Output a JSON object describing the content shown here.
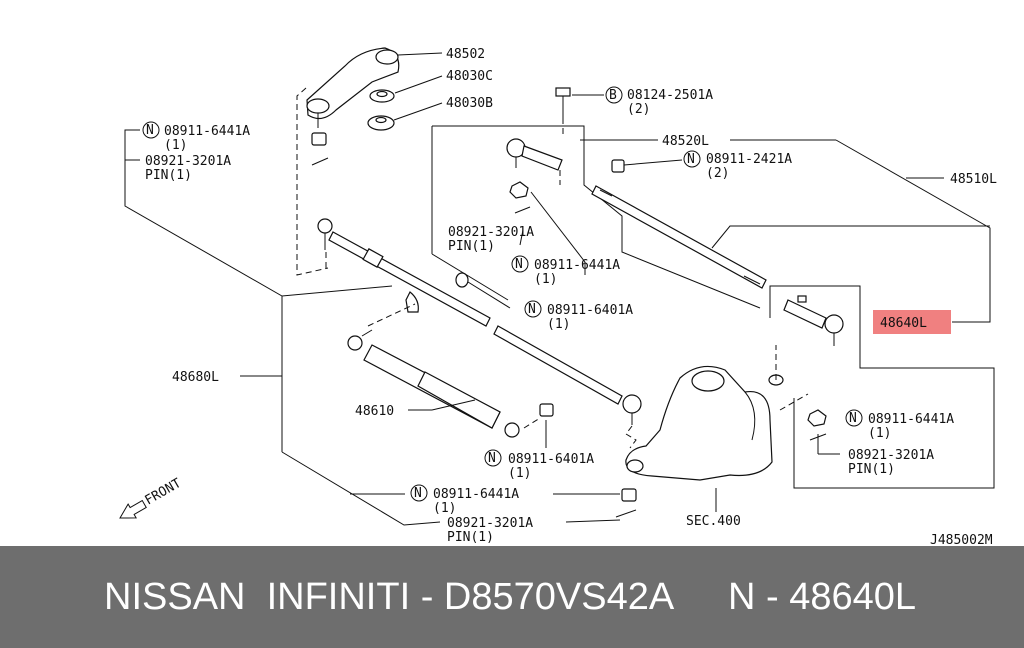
{
  "labels": {
    "p48502": "48502",
    "p48030C": "48030C",
    "p48030B": "48030B",
    "bolt": "08124-2501A",
    "bolt_qty": "(2)",
    "bolt_prefix": "B",
    "p48520L": "48520L",
    "nut2421": "08911-2421A",
    "nut2421_qty": "(2)",
    "p48510L": "48510L",
    "nutA": "08911-6441A",
    "nutA_qty": "(1)",
    "pinA": "08921-3201A",
    "pinA_text": "PIN(1)",
    "pinB": "08921-3201A",
    "pinB_text": "PIN(1)",
    "nutB": "08911-6441A",
    "nutB_qty": "(1)",
    "nut6401a": "08911-6401A",
    "nut6401a_qty": "(1)",
    "p48640L": "48640L",
    "p48680L": "48680L",
    "p48610": "48610",
    "nutC": "08911-6441A",
    "nutC_qty": "(1)",
    "pinC": "08921-3201A",
    "pinC_text": "PIN(1)",
    "nut6401b": "08911-6401A",
    "nut6401b_qty": "(1)",
    "nutD": "08911-6441A",
    "nutD_qty": "(1)",
    "pinD": "08921-3201A",
    "pinD_text": "PIN(1)",
    "sec": "SEC.400",
    "front": "FRONT",
    "ref": "J485002M",
    "n_prefix": "N"
  },
  "colors": {
    "highlight": "#f08080",
    "banner_bg": "#6e6e6e",
    "banner_text": "#ffffff",
    "line": "#111111"
  },
  "banner": {
    "brand": "NISSAN  INFINITI - D8570VS42A",
    "part": "N - 48640L"
  }
}
